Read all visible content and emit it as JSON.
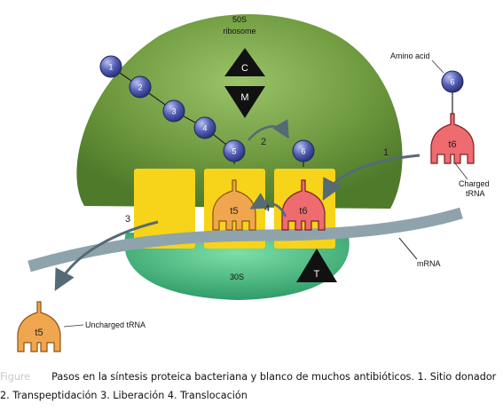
{
  "diagram": {
    "ribosome_large_label_line1": "50S",
    "ribosome_large_label_line2": "ribosome",
    "ribosome_small_label": "30S",
    "site_c_label": "C",
    "site_m_label": "M",
    "site_t_label": "T",
    "amino_acid_label": "Amino acid",
    "charged_trna_line1": "Charged",
    "charged_trna_line2": "tRNA",
    "mrna_label": "mRNA",
    "uncharged_trna_label": "Uncharged tRNA",
    "step_labels": [
      "1",
      "2",
      "3",
      "4"
    ],
    "amino_acids": [
      "1",
      "2",
      "3",
      "4",
      "5",
      "6",
      "6"
    ],
    "trna_labels": [
      "t5",
      "t6",
      "t6",
      "t5"
    ],
    "colors": {
      "ribosome_large": "#6f9a3f",
      "ribosome_small": "#3db07a",
      "site_box": "#f7d31a",
      "mrna": "#8fa3ad",
      "amino_acid": "#4b55a8",
      "trna_peptidyl": "#f0a64e",
      "trna_aminoacyl": "#ee6b6f",
      "arrow": "#556a74"
    }
  },
  "caption": {
    "fig_word": "Figure",
    "line1": "Pasos en la síntesis proteica bacteriana y blanco de muchos antibióticos. 1. Sitio donador",
    "line2": "2. Transpeptidación 3. Liberación 4. Translocación"
  }
}
